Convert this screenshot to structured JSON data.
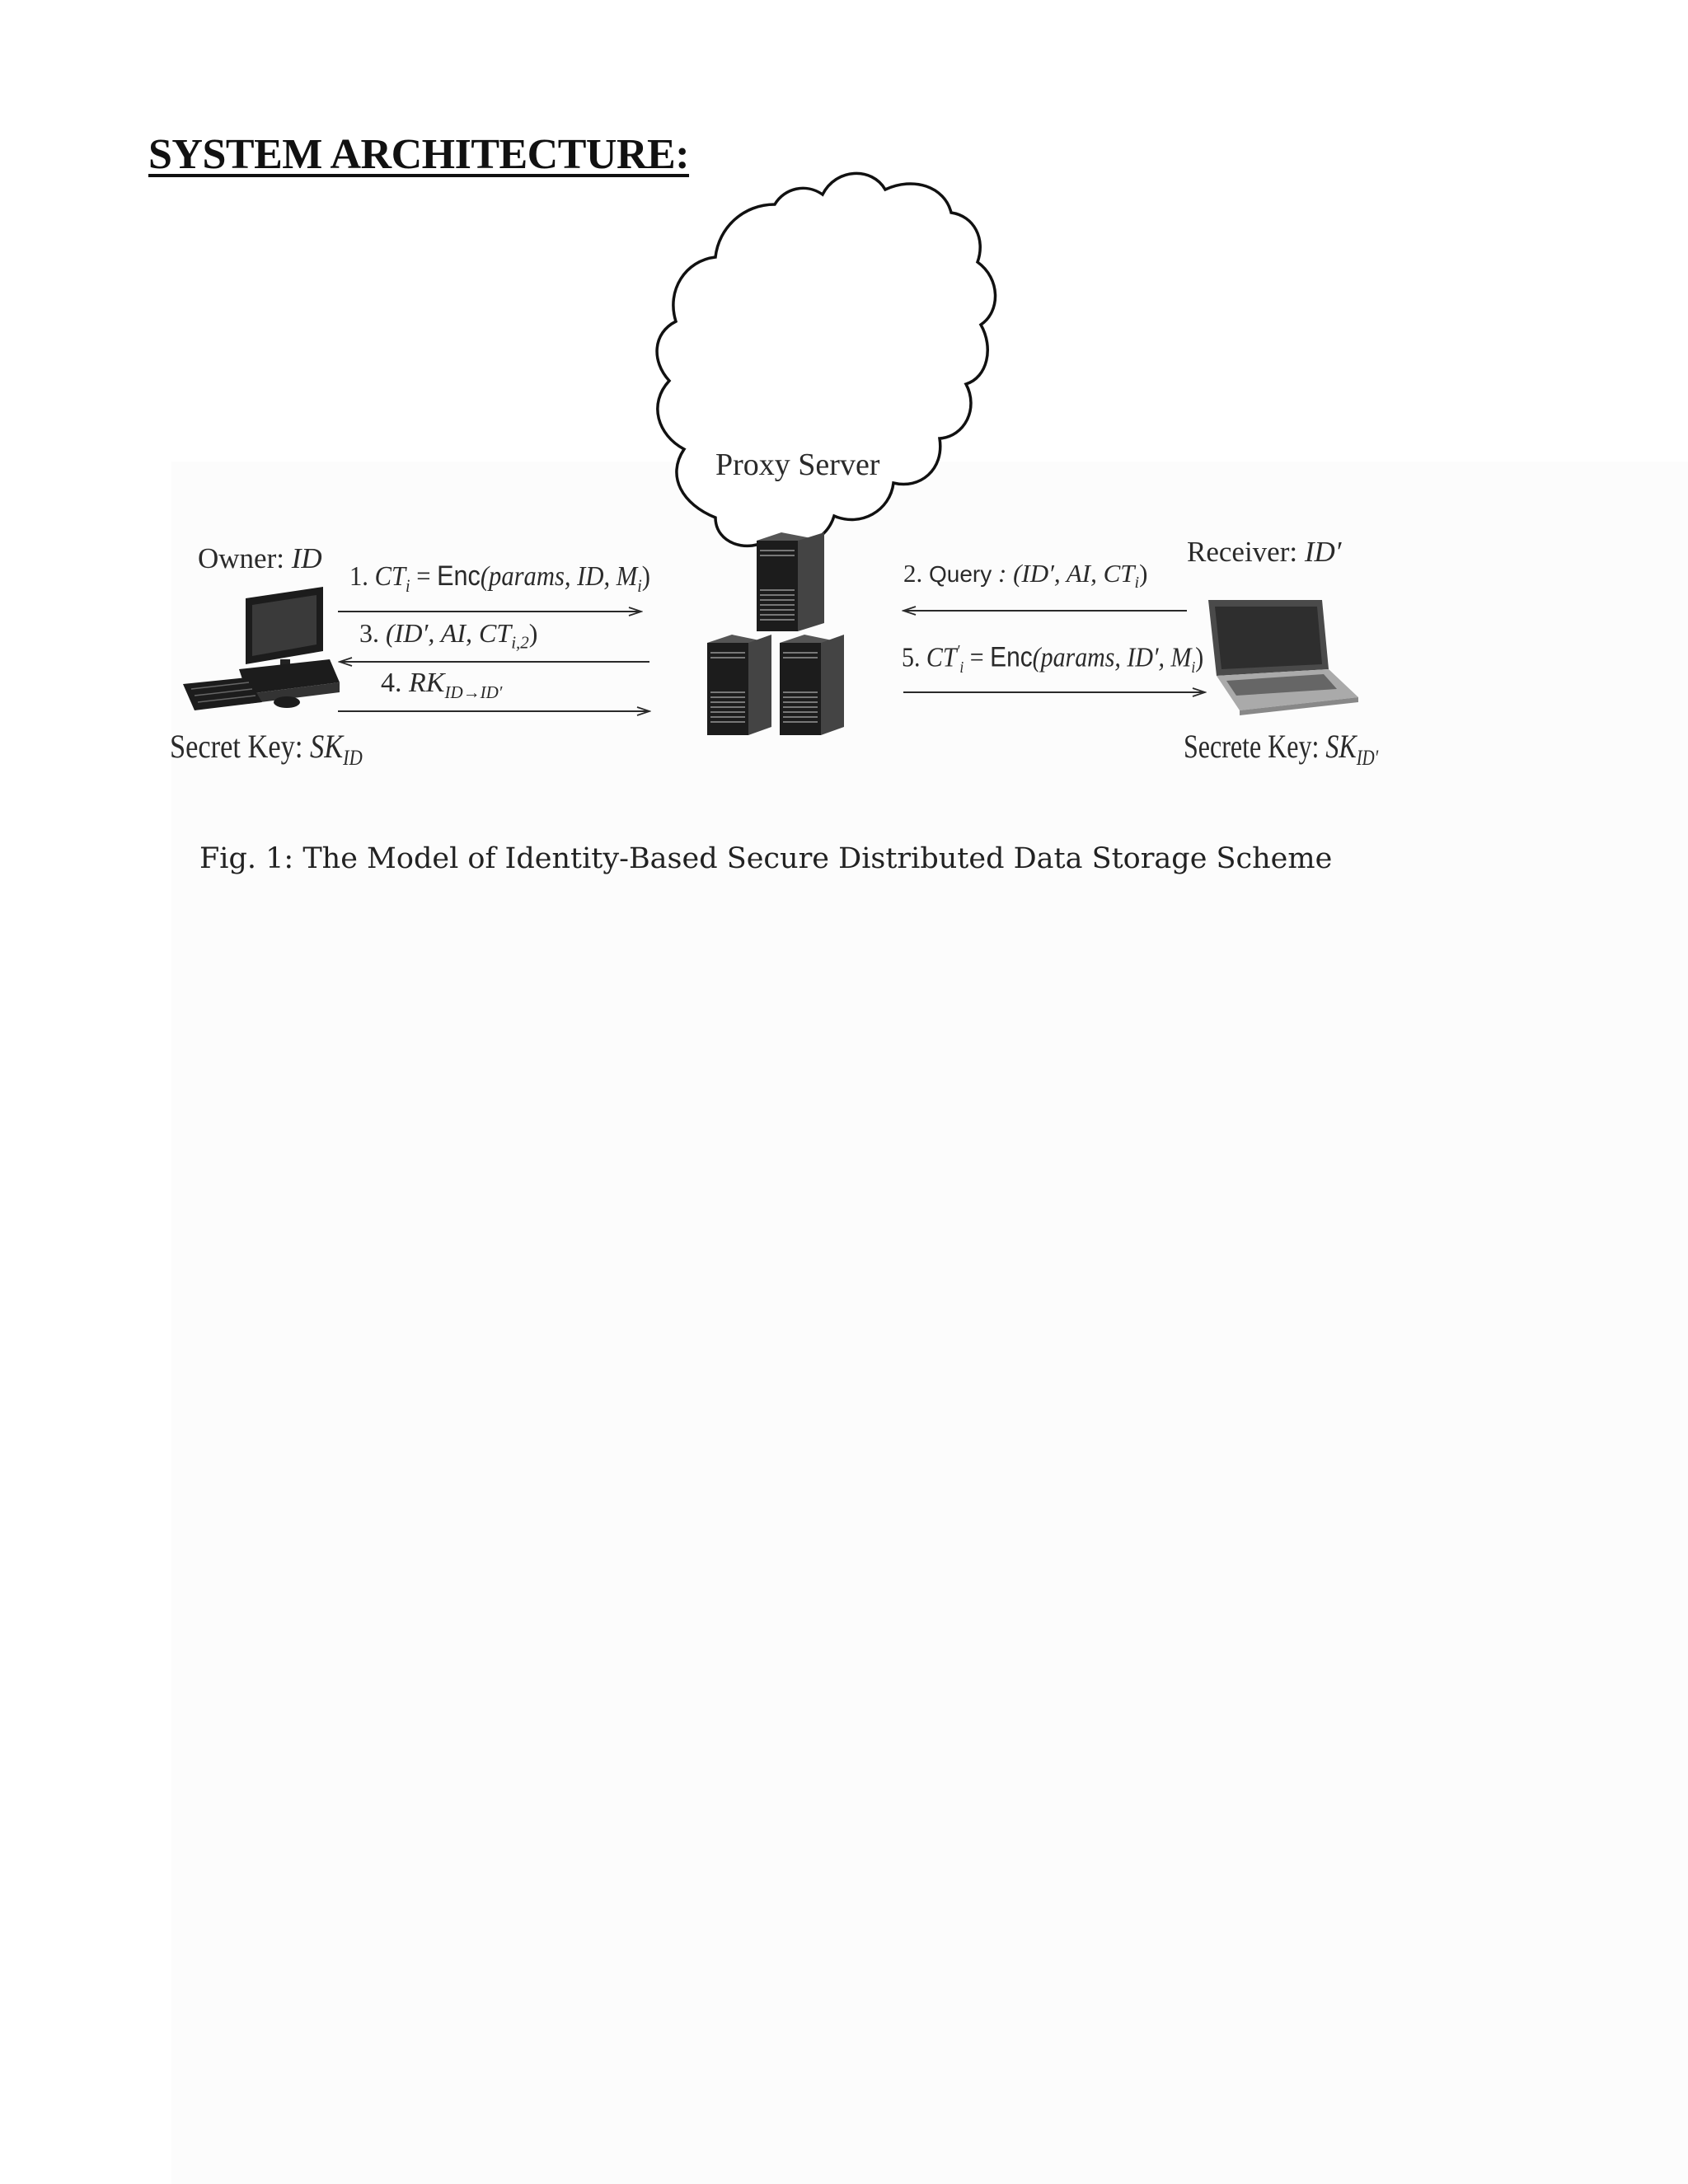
{
  "heading": "SYSTEM ARCHITECTURE:",
  "figure": {
    "proxy_label": "Proxy Server",
    "owner": {
      "prefix": "Owner:",
      "id": "ID"
    },
    "owner_key": {
      "prefix": "Secret Key:",
      "sk": "SK",
      "sub": "ID"
    },
    "receiver": {
      "prefix": "Receiver:",
      "id": "ID′"
    },
    "receiver_key": {
      "prefix": "Secrete Key:",
      "sk": "SK",
      "sub": "ID′"
    },
    "step1": {
      "num": "1.",
      "ct": "CT",
      "sub": "i",
      "eq": " = ",
      "enc": "Enc",
      "args": "(params, ID, M",
      "argsub": "i",
      "close": ")"
    },
    "step2": {
      "num": "2.",
      "query": "Query",
      "rest": " : (ID′, AI, CT",
      "sub": "i",
      "close": ")"
    },
    "step3": {
      "num": "3.",
      "text": "(ID′, AI, CT",
      "sub": "i,2",
      "close": ")"
    },
    "step4": {
      "num": "4.",
      "rk": "RK",
      "sub": "ID→ID′"
    },
    "step5": {
      "num": "5.",
      "ct": "CT",
      "sup": "′",
      "sub": "i",
      "eq": " = ",
      "enc": "Enc",
      "args": "(params, ID′, M",
      "argsub": "i",
      "close": ")"
    },
    "caption": "Fig. 1: The Model of Identity-Based Secure Distributed Data Storage Scheme"
  },
  "icons": {
    "owner_device": "desktop-computer-icon",
    "proxy_device": "server-towers-icon",
    "receiver_device": "laptop-icon",
    "cloud": "cloud-icon"
  },
  "colors": {
    "text": "#111111",
    "line": "#2a2a2a",
    "device_dark": "#1c1c1c"
  }
}
